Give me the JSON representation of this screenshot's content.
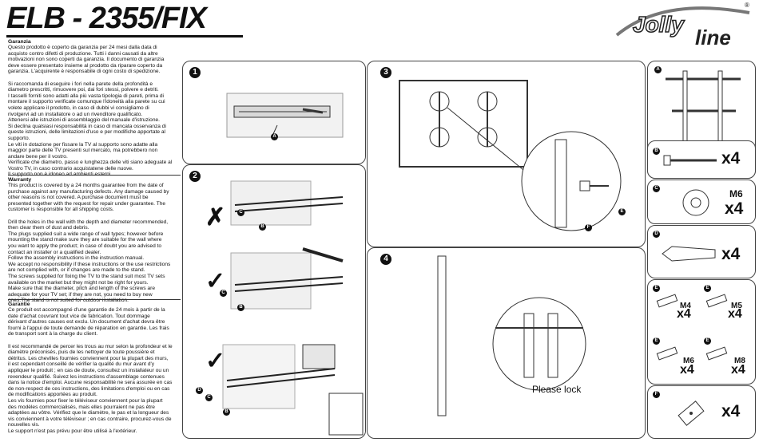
{
  "header": {
    "title": "ELB - 2355/FIX",
    "brand": "Jollyline",
    "registered": "®"
  },
  "italian": {
    "heading": "Garanzia",
    "body": "Questo prodotto è coperto da garanzia per 24 mesi dalla data di\nacquisto contro difetti di produzione. Tutti i danni causati da altre\nmotivazioni non sono coperti da garanzia. Il documento di garanzia\ndeve essere presentato insieme al prodotto da riparare coperto da\ngaranzia. L'acquirente è responsabile di ogni costo di spedizione.\n\nSi raccomanda di eseguire i fori nella parete della profondità e\ndiametro prescritti, rimuovere poi, dai fori stessi, polvere e detriti.\nI tasselli forniti sono adatti alla più vasta tipologia di pareti, prima di\nmontare il supporto verificate comunque l'idoneità alla parete su cui\nvolete applicare il prodotto, in caso di dubbi vi consigliamo di\nrivolgervi ad un installatore o ad un rivenditore qualificato.\nAttenersi alle istruzioni di assemblaggio del manuale d'istruzione.\nSi declina qualsiasi responsabilità in caso di mancata osservanza di\nqueste istruzioni, delle limitazioni d'uso e per modifiche apportate al\nsupporto.\nLe viti in dotazione per fissare la TV al supporto sono adatte alla\nmaggior parte delle TV presenti sul mercato, ma potrebbero non\nandare bene per il vostro.\nVerificate che diametro, passo e lunghezza delle viti siano adeguate al\nVostro TV, in caso contrario acquistatene delle nuove.\nIl supporto non è idoneo ad ambienti esterni."
  },
  "english": {
    "heading": "Warranty",
    "body": "This product is covered by a 24 months guarantee from the date of\npurchase against any manufacturing defects. Any damage caused by\nother reasons is not covered.  A purchase document must be\npresented together with the request for repair under guarantee.  The\ncustomer is responsible for all shipping costs.\n\nDrill the holes in the wall with the depth and diameter recommended,\nthen clear them of dust and debris.\nThe plugs supplied suit a wide range of wall types; however before\nmounting the stand make sure they are suitable for the wall where\nyou want to apply the product; in case of doubt you are advised to\ncontact an installer or a qualified dealer.\nFollow the assembly instructions in the instruction manual.\nWe accept no responsibility if these instructions or the use restrictions\nare not complied with, or if changes are made to the stand.\nThe screws supplied for fixing the TV to the stand suit most TV sets\navailable on the market but they might not be right for yours.\nMake sure that the diameter, pitch and length of the screws are\nadequate for your TV set; if they are not, you need to buy new\nones.The stand is not suited for outdoor installation."
  },
  "french": {
    "heading": "Garantie",
    "body": "Ce produit est accompagné d'une garantie de 24 mois à partir de la\ndate d'achat couvrant tout vice de fabrication. Tout dommage\ndérivant d'autres causes est exclu. Un document d'achat devra être\nfourni à l'appui de toute demande de réparation en garantie. Les frais\nde transport sont à la charge du client.\n\nIl est recommandé de percer les trous au mur selon la profondeur et le\ndiamètre préconisés, puis de les nettoyer de toute poussière et\ndétritus. Les chevilles fournies conviennent pour la plupart des murs,\nil est cependant conseillé de vérifier la qualité du mur avant d'y\nappliquer le produit ; en cas de doute, consultez un installateur ou un\nrevendeur qualifié. Suivez les instructions d'assemblage contenues\ndans la notice d'emploi. Aucune responsabilité ne sera assurée en cas\nde non-respect de ces instructions, des limitations d'emploi ou en cas\nde modifications apportées au produit.\nLes vis fournies pour fixer le téléviseur conviennent pour la plupart\ndes modèles commercialisés, mais elles pourraient ne pas être\nadaptées au vôtre. Vérifiez que le diamètre, le pas et la longueur des\nvis conviennent à votre téléviseur ; en cas contraire, procurez-vous de\nnouvelles vis.\nLe support n'est pas prévu pour être utilisé à l'extérieur."
  },
  "steps": {
    "s1": {
      "number": "1",
      "callout": "A"
    },
    "s2": {
      "number": "2",
      "callouts": [
        "C",
        "B",
        "C",
        "B",
        "D",
        "C",
        "B"
      ],
      "wrong": "✗",
      "right": "✓"
    },
    "s3": {
      "number": "3",
      "callouts": [
        "E",
        "F"
      ]
    },
    "s4": {
      "number": "4",
      "note": "Please lock"
    }
  },
  "parts": [
    {
      "label": "A"
    },
    {
      "label": "B",
      "qty": "x4"
    },
    {
      "label": "C",
      "size": "M6",
      "qty": "x4"
    },
    {
      "label": "D",
      "qty": "x4"
    },
    {
      "label": "E",
      "items": [
        {
          "size": "M4",
          "qty": "x4"
        },
        {
          "size": "M5",
          "qty": "x4"
        },
        {
          "size": "M6",
          "qty": "x4"
        },
        {
          "size": "M8",
          "qty": "x4"
        }
      ]
    },
    {
      "label": "F",
      "qty": "x4"
    }
  ]
}
